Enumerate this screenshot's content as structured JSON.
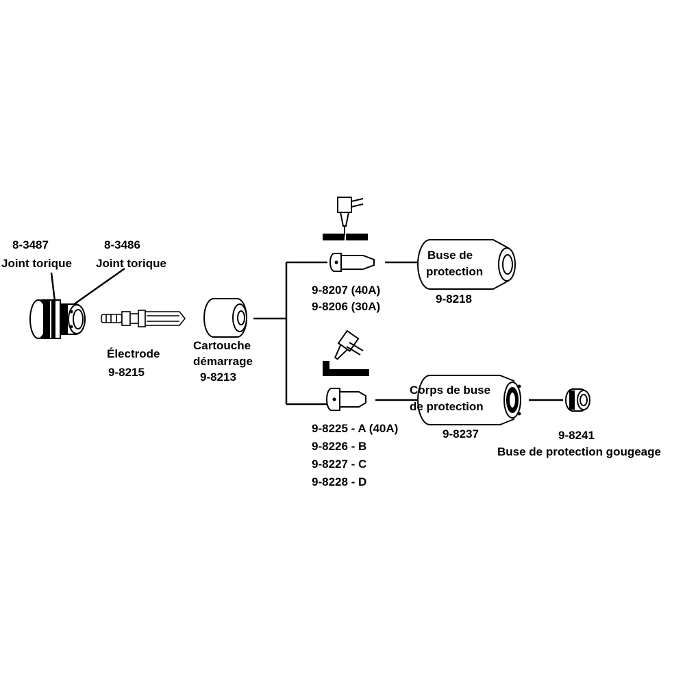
{
  "oring_outer": {
    "part_number": "8-3487",
    "name": "Joint torique"
  },
  "oring_inner": {
    "part_number": "8-3486",
    "name": "Joint torique"
  },
  "electrode": {
    "name": "Électrode",
    "part_number": "9-8215"
  },
  "start_cartridge": {
    "name_line1": "Cartouche",
    "name_line2": "démarrage",
    "part_number": "9-8213"
  },
  "drag_tip": {
    "part_line1": "9-8207 (40A)",
    "part_line2": "9-8206 (30A)"
  },
  "shield_cup": {
    "name_line1": "Buse de",
    "name_line2": "protection",
    "part_number": "9-8218"
  },
  "gouging_tips": {
    "line1": "9-8225 - A (40A)",
    "line2": "9-8226 - B",
    "line3": "9-8227 - C",
    "line4": "9-8228 - D"
  },
  "shield_cup_body": {
    "name_line1": "Corps de buse",
    "name_line2": "de protection",
    "part_number": "9-8237"
  },
  "gouging_shield": {
    "part_number": "9-8241",
    "name": "Buse de protection gougeage"
  },
  "colors": {
    "line": "#000000",
    "fill": "#ffffff"
  }
}
